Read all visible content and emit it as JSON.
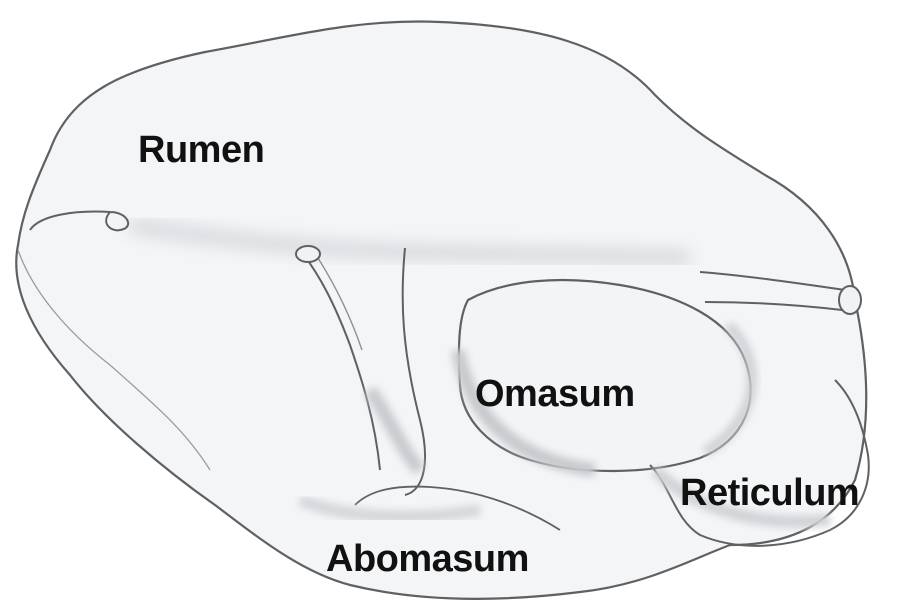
{
  "diagram": {
    "labels": {
      "rumen": "Rumen",
      "omasum": "Omasum",
      "reticulum": "Reticulum",
      "abomasum": "Abomasum"
    },
    "colors": {
      "background": "#ffffff",
      "fill": "#f4f5f7",
      "shade": "#d9dade",
      "outline": "#5f6064",
      "text": "#111111"
    }
  }
}
